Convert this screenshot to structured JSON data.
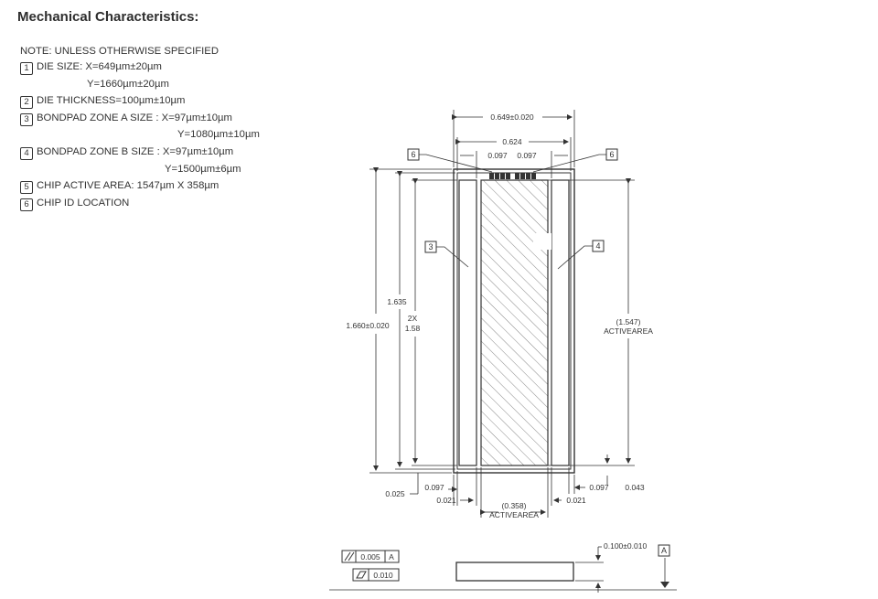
{
  "title": "Mechanical Characteristics:",
  "notes": {
    "header": "NOTE: UNLESS OTHERWISE SPECIFIED",
    "items": [
      {
        "num": "1",
        "text": "DIE SIZE: X=649µm±20µm",
        "cont": "Y=1660µm±20µm"
      },
      {
        "num": "2",
        "text": "DIE THICKNESS=100µm±10µm"
      },
      {
        "num": "3",
        "text": "BONDPAD ZONE A SIZE : X=97µm±10µm",
        "cont": "Y=1080µm±10µm"
      },
      {
        "num": "4",
        "text": "BONDPAD ZONE B SIZE : X=97µm±10µm",
        "cont": "Y=1500µm±6µm"
      },
      {
        "num": "5",
        "text": "CHIP ACTIVE AREA: 1547µm X 358µm"
      },
      {
        "num": "6",
        "text": "CHIP ID LOCATION"
      }
    ]
  },
  "dims": {
    "die_width": "0.649±0.020",
    "inner_width": "0.624",
    "pad_left": "0.097",
    "pad_right": "0.097",
    "die_height": "1.660±0.020",
    "inner_height": "1.635",
    "pad_height_label": "2X",
    "pad_height": "1.58",
    "active_height": "(1.547)",
    "active_height_label": "ACTIVEAREA",
    "bottom_left_025": "0.025",
    "bottom_097_left": "0.097",
    "bottom_021_left": "0.021",
    "active_width": "(0.358)",
    "active_width_label": "ACTIVEAREA",
    "bottom_021_right": "0.021",
    "bottom_097_right": "0.097",
    "bottom_043": "0.043",
    "thickness": "0.100±0.010",
    "datum": "A",
    "flatness": "0.005",
    "flatness_datum": "A",
    "parallel": "0.010"
  },
  "callouts": {
    "c6_left": "6",
    "c6_right": "6",
    "c3": "3",
    "c4": "4"
  }
}
